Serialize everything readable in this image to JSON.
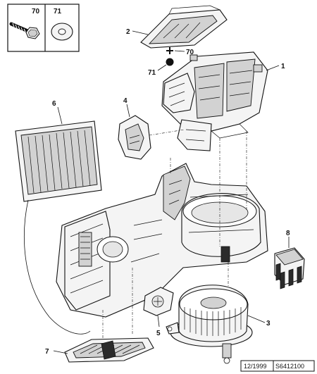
{
  "callouts": {
    "p1": "1",
    "p2": "2",
    "p3": "3",
    "p4": "4",
    "p5": "5",
    "p6": "6",
    "p7": "7",
    "p8": "8",
    "p70_box": "70",
    "p71_box": "71",
    "p70_detail": "70",
    "p71_detail": "71"
  },
  "footer": {
    "date": "12/1999",
    "reference": "S6412100"
  },
  "icons": [
    "screw-icon",
    "washer-icon"
  ]
}
